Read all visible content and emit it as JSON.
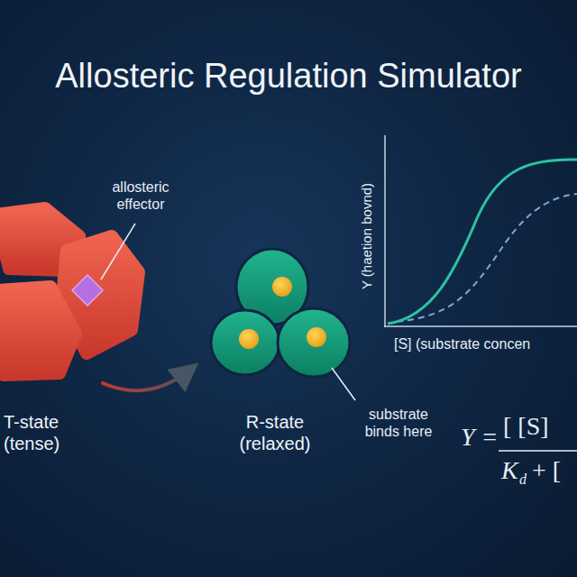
{
  "diagram": {
    "title": "Allosteric Regulation Simulator",
    "nodes": [
      {
        "text": [
          "T-state (tense)"
        ]
      },
      {
        "text": [
          "R-state (relaxed)"
        ]
      }
    ],
    "edges": [
      {
        "from": 0,
        "to": 1,
        "arrow": "to"
      }
    ],
    "labels": [
      "allosteric effector",
      "Y (haetion bovnd)",
      "[S] (substrate concen",
      "substrate binds here",
      "Y =",
      "[ [S]",
      "K",
      "d",
      "+ ["
    ]
  }
}
